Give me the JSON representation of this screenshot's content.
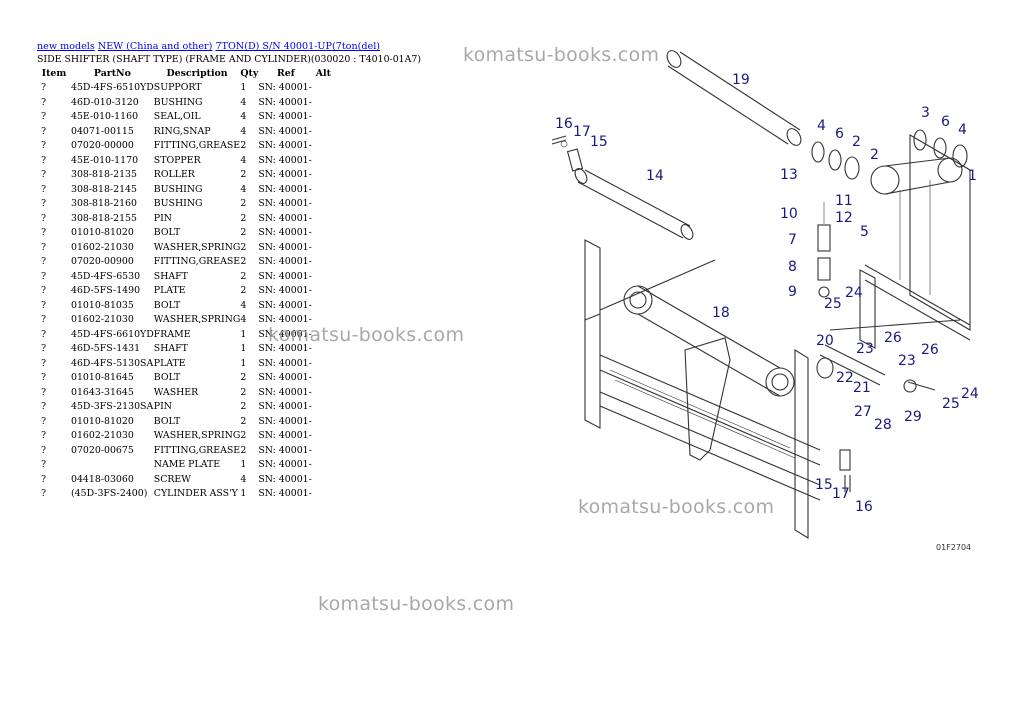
{
  "breadcrumb": {
    "link1": "new models",
    "link2": "NEW (China and other)",
    "link3": "7TON(D) S/N 40001-UP(7ton(del)"
  },
  "title": "SIDE SHIFTER (SHAFT TYPE) (FRAME AND CYLINDER)(030020 : T4010-01A7)",
  "table": {
    "headers": [
      "Item",
      "PartNo",
      "Description",
      "Qty",
      "Ref",
      "Alt"
    ],
    "rows": [
      [
        "?",
        "45D-4FS-6510YD",
        "SUPPORT",
        "1",
        "SN: 40001-",
        ""
      ],
      [
        "?",
        "46D-010-3120",
        "BUSHING",
        "4",
        "SN: 40001-",
        ""
      ],
      [
        "?",
        "45E-010-1160",
        "SEAL,OIL",
        "4",
        "SN: 40001-",
        ""
      ],
      [
        "?",
        "04071-00115",
        "RING,SNAP",
        "4",
        "SN: 40001-",
        ""
      ],
      [
        "?",
        "07020-00000",
        "FITTING,GREASE",
        "2",
        "SN: 40001-",
        ""
      ],
      [
        "?",
        "45E-010-1170",
        "STOPPER",
        "4",
        "SN: 40001-",
        ""
      ],
      [
        "?",
        "308-818-2135",
        "ROLLER",
        "2",
        "SN: 40001-",
        ""
      ],
      [
        "?",
        "308-818-2145",
        "BUSHING",
        "4",
        "SN: 40001-",
        ""
      ],
      [
        "?",
        "308-818-2160",
        "BUSHING",
        "2",
        "SN: 40001-",
        ""
      ],
      [
        "?",
        "308-818-2155",
        "PIN",
        "2",
        "SN: 40001-",
        ""
      ],
      [
        "?",
        "01010-81020",
        "BOLT",
        "2",
        "SN: 40001-",
        ""
      ],
      [
        "?",
        "01602-21030",
        "WASHER,SPRING",
        "2",
        "SN: 40001-",
        ""
      ],
      [
        "?",
        "07020-00900",
        "FITTING,GREASE",
        "2",
        "SN: 40001-",
        ""
      ],
      [
        "?",
        "45D-4FS-6530",
        "SHAFT",
        "2",
        "SN: 40001-",
        ""
      ],
      [
        "?",
        "46D-5FS-1490",
        "PLATE",
        "2",
        "SN: 40001-",
        ""
      ],
      [
        "?",
        "01010-81035",
        "BOLT",
        "4",
        "SN: 40001-",
        ""
      ],
      [
        "?",
        "01602-21030",
        "WASHER,SPRING",
        "4",
        "SN: 40001-",
        ""
      ],
      [
        "?",
        "45D-4FS-6610YD",
        "FRAME",
        "1",
        "SN: 40001-",
        ""
      ],
      [
        "?",
        "46D-5FS-1431",
        "SHAFT",
        "1",
        "SN: 40001-",
        ""
      ],
      [
        "?",
        "46D-4FS-5130SA",
        "PLATE",
        "1",
        "SN: 40001-",
        ""
      ],
      [
        "?",
        "01010-81645",
        "BOLT",
        "2",
        "SN: 40001-",
        ""
      ],
      [
        "?",
        "01643-31645",
        "WASHER",
        "2",
        "SN: 40001-",
        ""
      ],
      [
        "?",
        "45D-3FS-2130SA",
        "PIN",
        "2",
        "SN: 40001-",
        ""
      ],
      [
        "?",
        "01010-81020",
        "BOLT",
        "2",
        "SN: 40001-",
        ""
      ],
      [
        "?",
        "01602-21030",
        "WASHER,SPRING",
        "2",
        "SN: 40001-",
        ""
      ],
      [
        "?",
        "07020-00675",
        "FITTING,GREASE",
        "2",
        "SN: 40001-",
        ""
      ],
      [
        "?",
        "",
        "NAME PLATE",
        "1",
        "SN: 40001-",
        ""
      ],
      [
        "?",
        "04418-03060",
        "SCREW",
        "4",
        "SN: 40001-",
        ""
      ],
      [
        "?",
        "(45D-3FS-2400)",
        "CYLINDER ASS'Y",
        "1",
        "SN: 40001-",
        ""
      ]
    ]
  },
  "watermark": "komatsu-books.com",
  "diagram": {
    "callouts": [
      "19",
      "16",
      "17",
      "15",
      "14",
      "4",
      "6",
      "2",
      "2",
      "3",
      "6",
      "4",
      "1",
      "13",
      "11",
      "12",
      "5",
      "10",
      "7",
      "8",
      "9",
      "18",
      "25",
      "24",
      "26",
      "23",
      "20",
      "21",
      "22",
      "27",
      "28",
      "23",
      "26",
      "29",
      "25",
      "24",
      "15",
      "17",
      "16"
    ],
    "code_label": "01F2704"
  },
  "colors": {
    "link": "#0000ee",
    "callout": "#1a1a80",
    "watermark": "#9a9a9a"
  }
}
